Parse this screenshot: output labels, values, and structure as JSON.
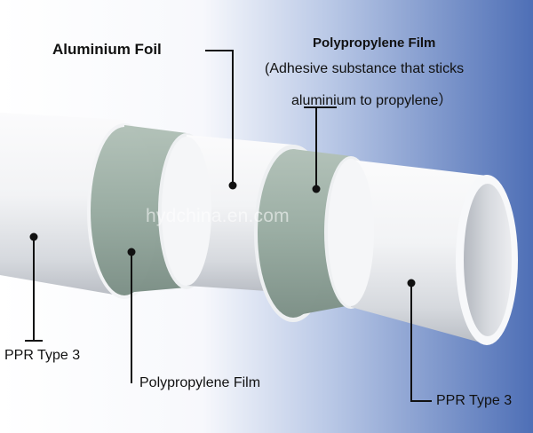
{
  "labels": {
    "aluminium_foil": "Aluminium Foil",
    "pp_film_title": "Polypropylene Film",
    "pp_film_note_line1": "(Adhesive substance that sticks",
    "pp_film_note_line2": "aluminium to propylene）",
    "ppr_type3_left": "PPR Type 3",
    "pp_film_bottom": "Polypropylene Film",
    "ppr_type3_right": "PPR Type 3"
  },
  "watermark": "hydchina.en.com",
  "colors": {
    "background_left": "#ffffff",
    "background_right": "#4e6fb6",
    "pipe_white": "#f4f5f7",
    "pp_film_green": "#9aada3",
    "pipe_inner": "#c9ccd2",
    "leader_line": "#111111"
  }
}
